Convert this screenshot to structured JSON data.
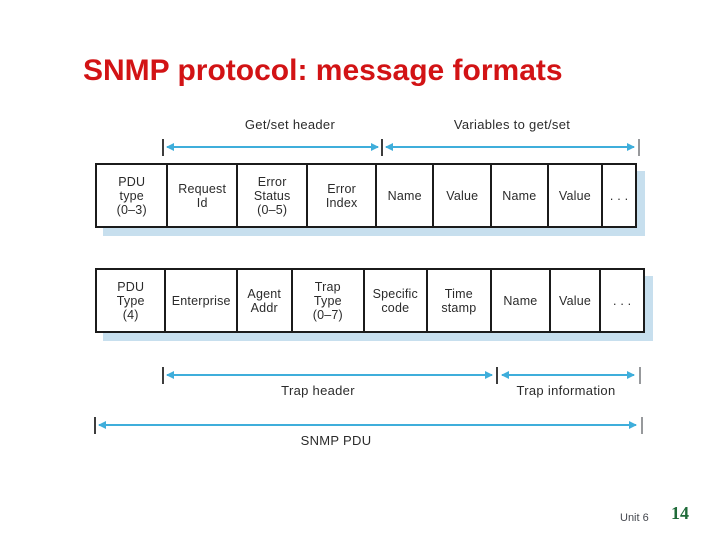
{
  "slide": {
    "title": "SNMP protocol: message formats"
  },
  "colors": {
    "title_red": "#D21315",
    "arrow_cyan": "#3FAEDB",
    "table_shadow_blue": "#C7DFEE",
    "page_number_green": "#1F6B39"
  },
  "diagram": {
    "top_ruler": {
      "left_label": "Get/set header",
      "right_label": "Variables to get/set"
    },
    "getset_table": {
      "cells": [
        "PDU\ntype\n(0–3)",
        "Request\nId",
        "Error\nStatus\n(0–5)",
        "Error\nIndex",
        "Name",
        "Value",
        "Name",
        "Value",
        ". . ."
      ]
    },
    "trap_table": {
      "cells": [
        "PDU\nType\n(4)",
        "Enterprise",
        "Agent\nAddr",
        "Trap\nType\n(0–7)",
        "Specific\ncode",
        "Time\nstamp",
        "Name",
        "Value",
        ". . ."
      ]
    },
    "bottom_ruler": {
      "left_label": "Trap header",
      "right_label": "Trap information"
    },
    "pdu_ruler": {
      "label": "SNMP PDU"
    }
  },
  "footer": {
    "unit_label": "Unit 6",
    "page_number": "14"
  }
}
